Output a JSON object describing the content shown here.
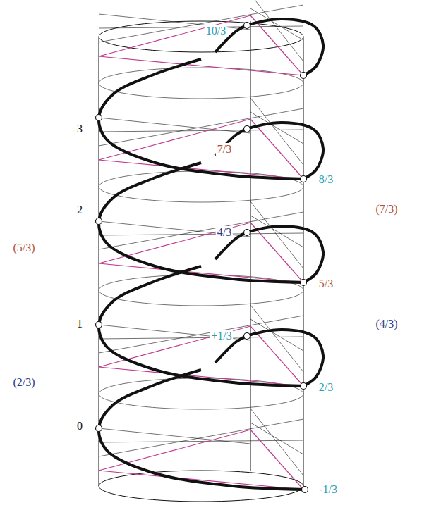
{
  "diagram": {
    "labels": [
      "10/3",
      "3",
      "7/3",
      "8/3",
      "(7/3)",
      "2",
      "(5/3)",
      "4/3",
      "5/3",
      "1",
      "(4/3)",
      "(2/3)",
      "+1/3",
      "2/3",
      "0",
      "-1/3"
    ]
  }
}
